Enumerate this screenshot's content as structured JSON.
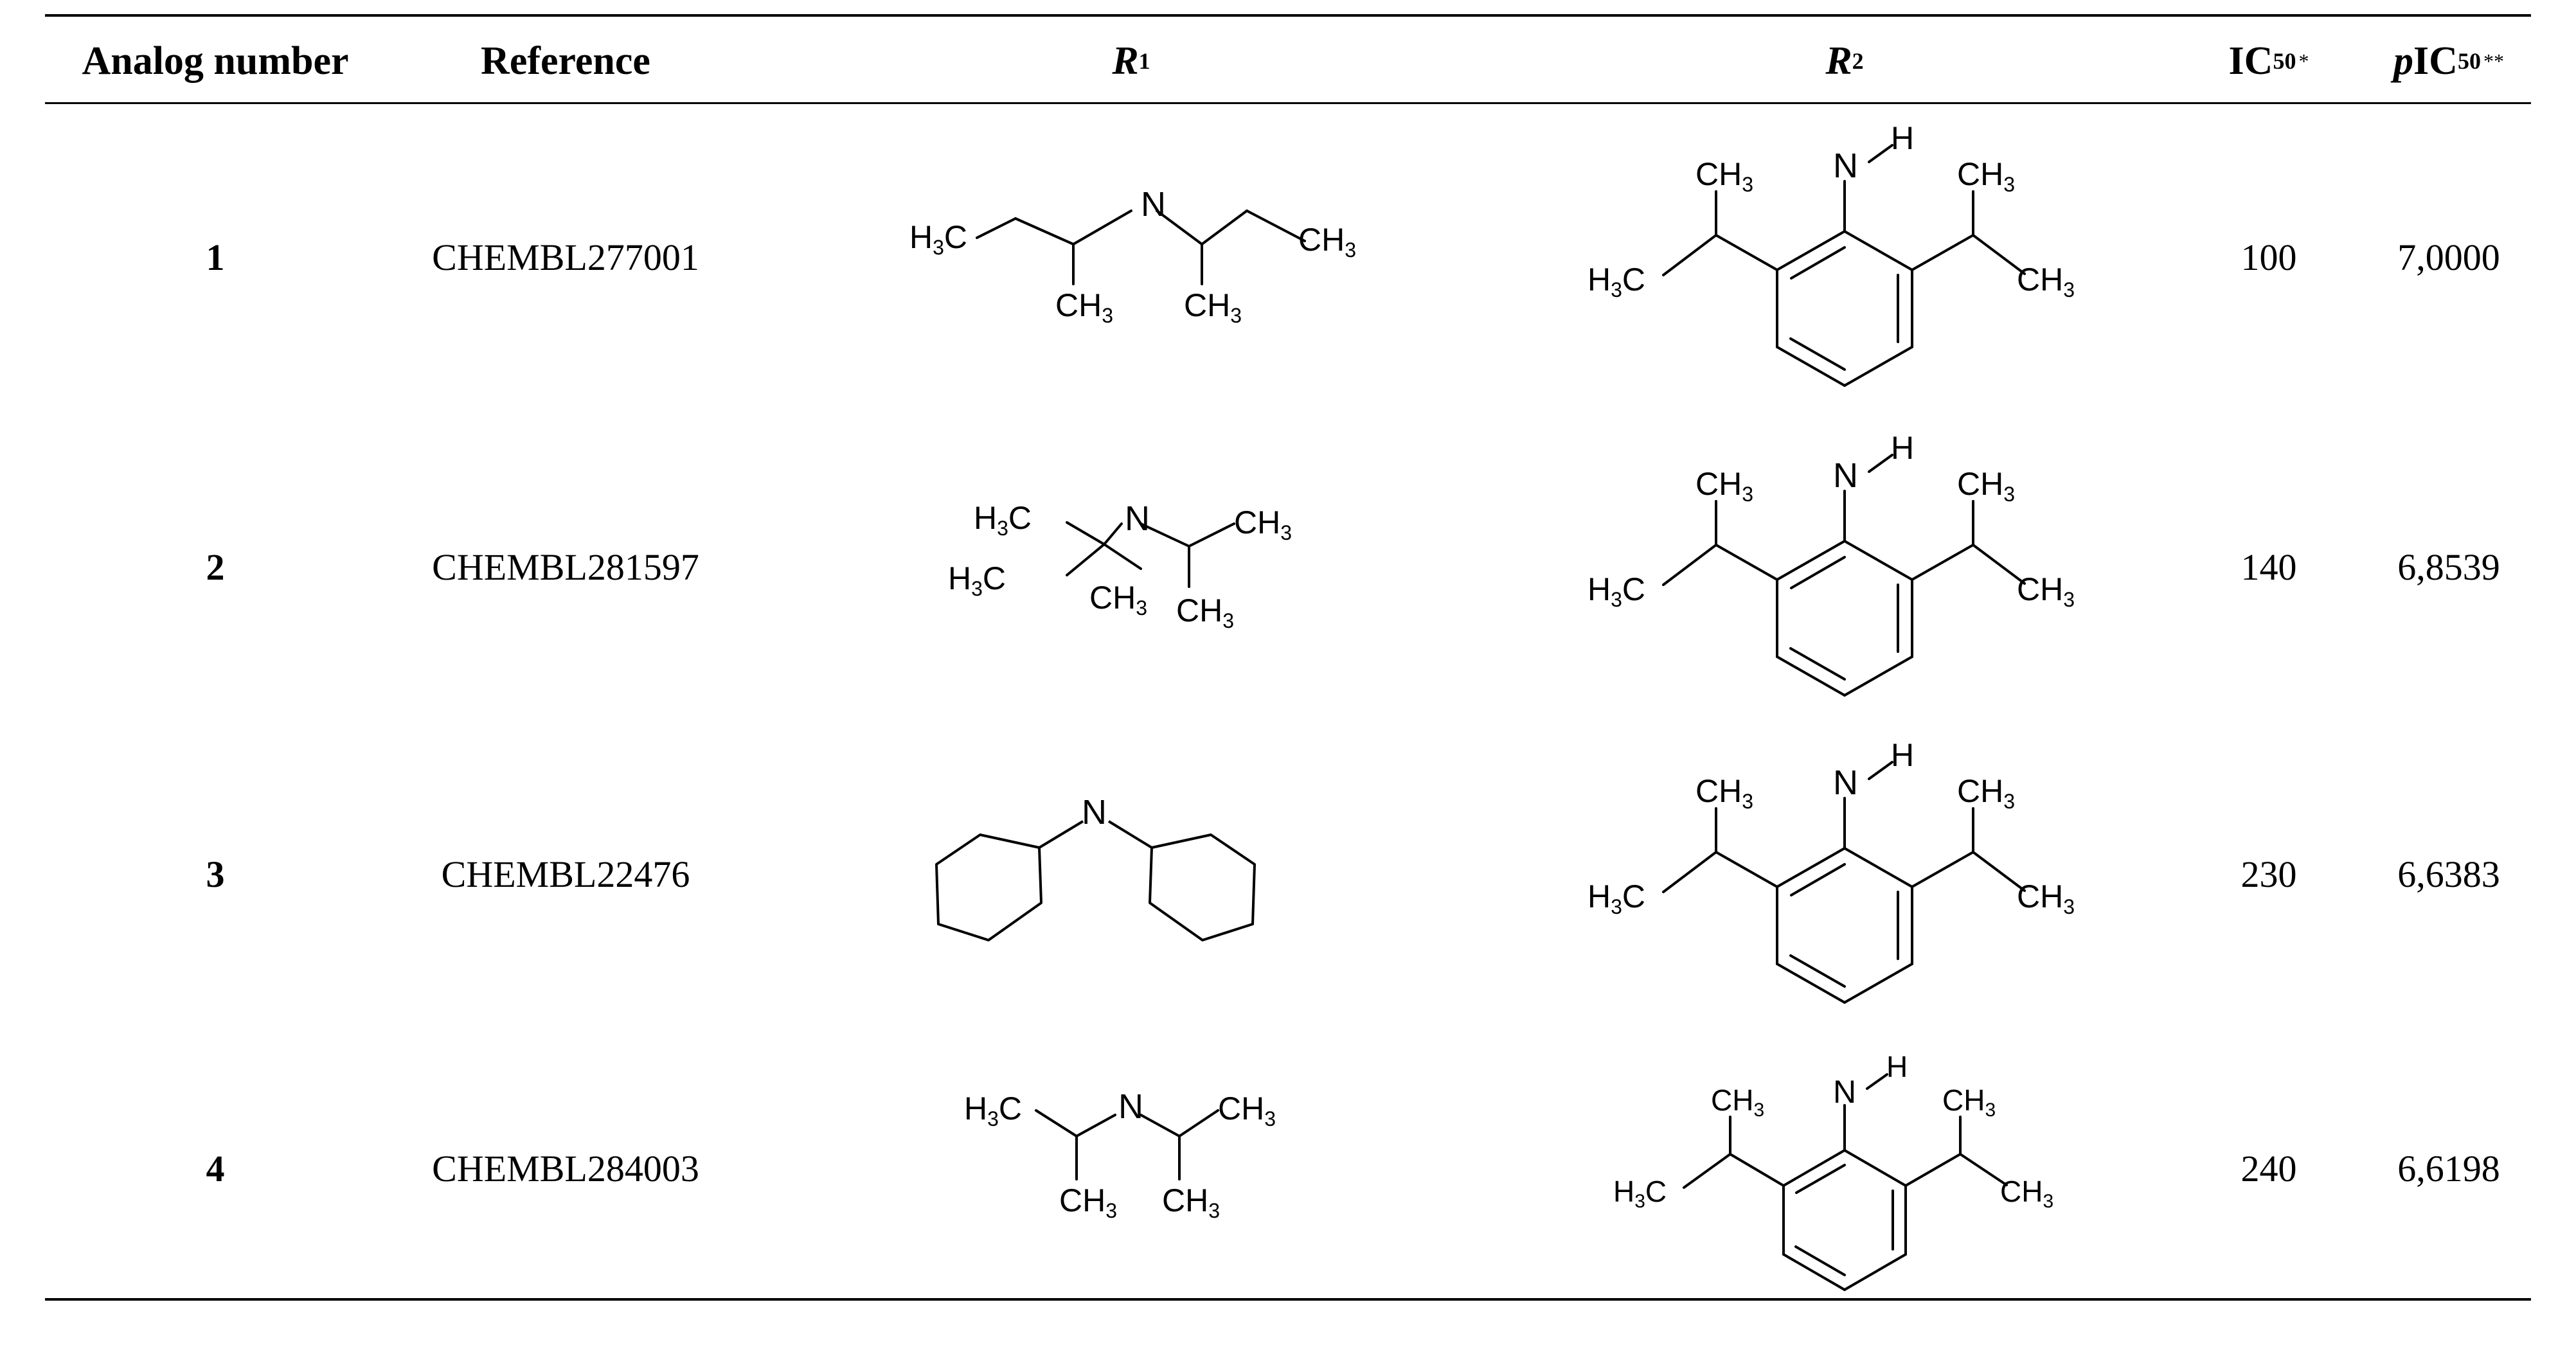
{
  "table": {
    "headers": {
      "analog_number": "Analog number",
      "reference": "Reference",
      "r1": "R",
      "r1_sub": "1",
      "r2": "R",
      "r2_sub": "2",
      "ic50": "IC",
      "ic50_sub": "50",
      "ic50_sup": "*",
      "pic50_p": "p",
      "pic50": "IC",
      "pic50_sub": "50",
      "pic50_sup": "**"
    },
    "rows": [
      {
        "analog": "1",
        "reference": "CHEMBL277001",
        "ic50": "100",
        "pic50": "7,0000",
        "r1_structure": "di-sec-butylamine",
        "r2_structure": "2,6-diisopropylaniline"
      },
      {
        "analog": "2",
        "reference": "CHEMBL281597",
        "ic50": "140",
        "pic50": "6,8539",
        "r1_structure": "tert-butyl-isopropylamine",
        "r2_structure": "2,6-diisopropylaniline"
      },
      {
        "analog": "3",
        "reference": "CHEMBL22476",
        "ic50": "230",
        "pic50": "6,6383",
        "r1_structure": "dicyclohexylamine",
        "r2_structure": "2,6-diisopropylaniline"
      },
      {
        "analog": "4",
        "reference": "CHEMBL284003",
        "ic50": "240",
        "pic50": "6,6198",
        "r1_structure": "diisopropylamine",
        "r2_structure": "2,6-diisopropylaniline"
      }
    ],
    "atom_labels": {
      "n": "N",
      "h": "H",
      "ch3_c": "CH",
      "h3c_h": "H",
      "h3c_c": "C",
      "sub3": "3"
    }
  }
}
